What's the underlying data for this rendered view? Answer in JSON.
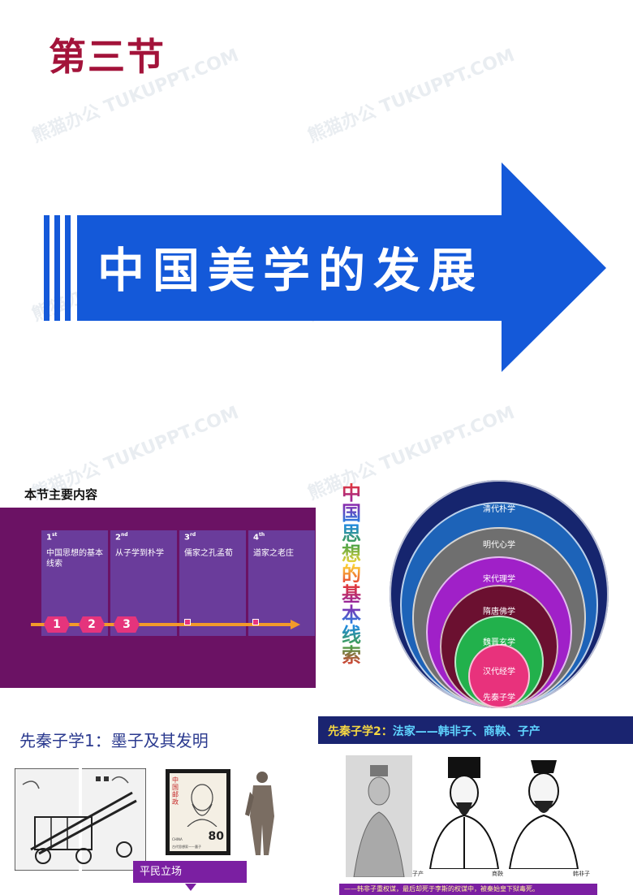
{
  "section_title": "第三节",
  "main_banner": "中国美学的发展",
  "watermark": "熊猫办公 TUKUPPT.COM",
  "slide2": {
    "heading": "本节主要内容",
    "columns": [
      {
        "ord": "1",
        "sup": "st",
        "text": "中国思想的基本线索"
      },
      {
        "ord": "2",
        "sup": "nd",
        "text": "从子学到朴学"
      },
      {
        "ord": "3",
        "sup": "rd",
        "text": "儒家之孔孟荀"
      },
      {
        "ord": "4",
        "sup": "th",
        "text": "道家之老庄"
      }
    ],
    "steps": [
      "1",
      "2",
      "3"
    ],
    "vertical_title": "中国思想的基本线索",
    "rings": [
      "清代朴学",
      "明代心学",
      "宋代理学",
      "隋唐佛学",
      "魏晋玄学",
      "汉代经学",
      "先秦子学"
    ],
    "ring_colors": [
      "#16256e",
      "#1d63b8",
      "#6f6f6f",
      "#a020c8",
      "#6b1030",
      "#22b14c",
      "#e8327c"
    ]
  },
  "slide3": {
    "title": "先秦子学1：墨子及其发明",
    "tag": "平民立场",
    "stamp_top": "中国邮政",
    "stamp_price": "80",
    "stamp_caption": "古代思想家——墨子",
    "stamp_brand": "CHINA"
  },
  "slide4": {
    "title_prefix": "先秦子学2：",
    "title_rest": "法家——韩非子、商鞅、子产",
    "portrait_labels": [
      "子产",
      "商鞅",
      "韩非子"
    ],
    "caption": "——韩非子重权谋，最后却死于李斯的权谋中，被秦始皇下狱毒死。"
  }
}
